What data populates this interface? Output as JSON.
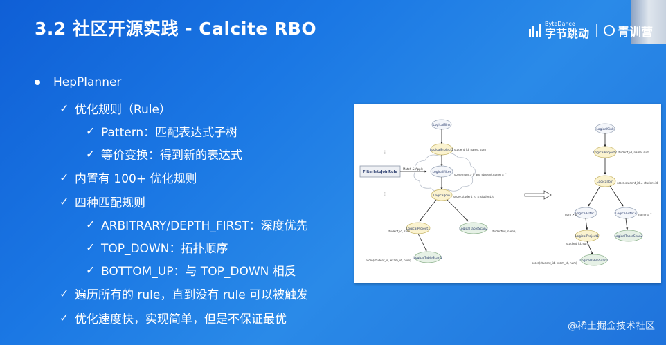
{
  "slide": {
    "title": "3.2 社区开源实践 - Calcite RBO",
    "logo_small": "ByteDance",
    "logo_big": "字节跳动",
    "logo2": "青训营",
    "watermark": "@稀土掘金技术社区"
  },
  "bullets": [
    {
      "level": 0,
      "text": "HepPlanner"
    },
    {
      "level": 1,
      "text": "优化规则（Rule）"
    },
    {
      "level": 2,
      "text": "Pattern：匹配表达式子树"
    },
    {
      "level": 2,
      "text": "等价变换：得到新的表达式"
    },
    {
      "level": 1,
      "text": "内置有 100+ 优化规则"
    },
    {
      "level": 1,
      "text": "四种匹配规则"
    },
    {
      "level": 2,
      "text": "ARBITRARY/DEPTH_FIRST：深度优先"
    },
    {
      "level": 2,
      "text": "TOP_DOWN：拓扑顺序"
    },
    {
      "level": 2,
      "text": "BOTTOM_UP：与 TOP_DOWN 相反"
    },
    {
      "level": 1,
      "text": "遍历所有的 rule，直到没有 rule 可以被触发"
    },
    {
      "level": 1,
      "text": "优化速度快，实现简单，但是不保证最优"
    }
  ],
  "diagram": {
    "rule_box": "FilterIntoJoinRule",
    "match_label": "Match & Apply",
    "left": {
      "sink": "LogicalSink",
      "project": "LogicalProject2",
      "project_ann": "student_id, name, sum",
      "filter": "LogicalFilter",
      "filter_ann": "score.num > 0 and student.name = ''",
      "join": "LogicalJoin",
      "join_ann": "score.student_id = student.id",
      "proj1": "LogicalProject1",
      "proj1_ann": "student_id, sum",
      "scan2": "LogicalTableScan2",
      "scan2_ann": "student(id, name)",
      "scan1": "LogicalTableScan1",
      "scan1_ann": "score(student_id, exam_id, num)"
    },
    "right": {
      "sink": "LogicalSink",
      "project": "LogicalProject2",
      "project_ann": "student_id, name, sum",
      "join": "LogicalJoin",
      "join_ann": "score.student_id = student.id",
      "filter1": "LogicalFilter1",
      "filter1_ann": "num > 0",
      "filter2": "LogicalFilter2",
      "filter2_ann": "name = ''",
      "proj1": "LogicalProject1",
      "proj1_ann": "student_id, sum",
      "scan2": "LogicalTableScan2",
      "scan1": "LogicalTableScan1",
      "scan1_ann": "score(student_id, exam_id, num)"
    }
  }
}
